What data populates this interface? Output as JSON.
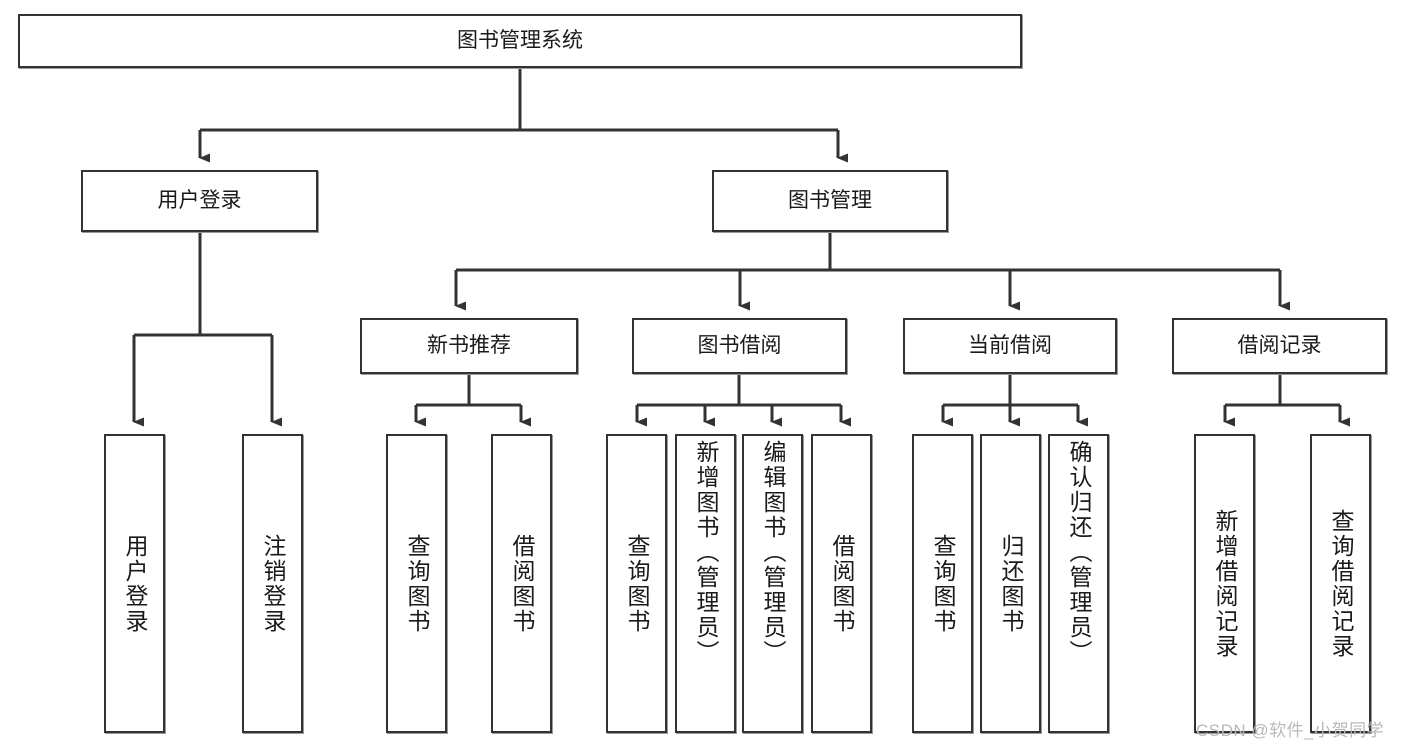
{
  "diagram": {
    "title": "图书管理系统",
    "watermark": "CSDN @软件_小贺同学",
    "colors": {
      "box_border": "#333333",
      "box_fill": "#ffffff",
      "edge": "#333333",
      "text": "#1a1a1a",
      "watermark": "#b9b9b9"
    },
    "levels": {
      "root": {
        "label": "图书管理系统"
      },
      "level2": [
        {
          "label": "用户登录"
        },
        {
          "label": "图书管理"
        }
      ],
      "level3": [
        {
          "label": "新书推荐"
        },
        {
          "label": "图书借阅"
        },
        {
          "label": "当前借阅"
        },
        {
          "label": "借阅记录"
        }
      ],
      "leaves": {
        "user_login": [
          {
            "label": "用户登录"
          },
          {
            "label": "注销登录"
          }
        ],
        "new_book_recommend": [
          {
            "label": "查询图书"
          },
          {
            "label": "借阅图书"
          }
        ],
        "book_borrow": [
          {
            "label": "查询图书"
          },
          {
            "label": "新增图书（管理员）"
          },
          {
            "label": "编辑图书（管理员）"
          },
          {
            "label": "借阅图书"
          }
        ],
        "current_borrow": [
          {
            "label": "查询图书"
          },
          {
            "label": "归还图书"
          },
          {
            "label": "确认归还（管理员）"
          }
        ],
        "borrow_records": [
          {
            "label": "新增借阅记录"
          },
          {
            "label": "查询借阅记录"
          }
        ]
      }
    }
  }
}
